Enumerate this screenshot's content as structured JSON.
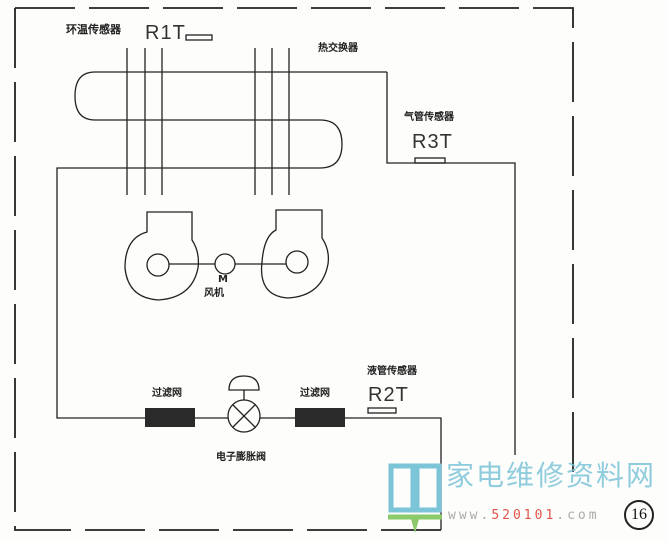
{
  "labels": {
    "ambient_sensor": "环温传感器",
    "r1t": "R1T",
    "heat_exchanger": "热交换器",
    "gas_pipe_sensor": "气管传感器",
    "r3t": "R3T",
    "fan": "风机",
    "motor": "M",
    "filter_left": "过滤网",
    "filter_right": "过滤网",
    "liquid_pipe_sensor": "液管传感器",
    "r2t": "R2T",
    "expansion_valve": "电子膨胀阀",
    "page_number": "16"
  },
  "watermark": {
    "title": "家电维修资料网",
    "url_prefix": "www.",
    "url_number": "520101",
    "url_suffix": ".com"
  }
}
